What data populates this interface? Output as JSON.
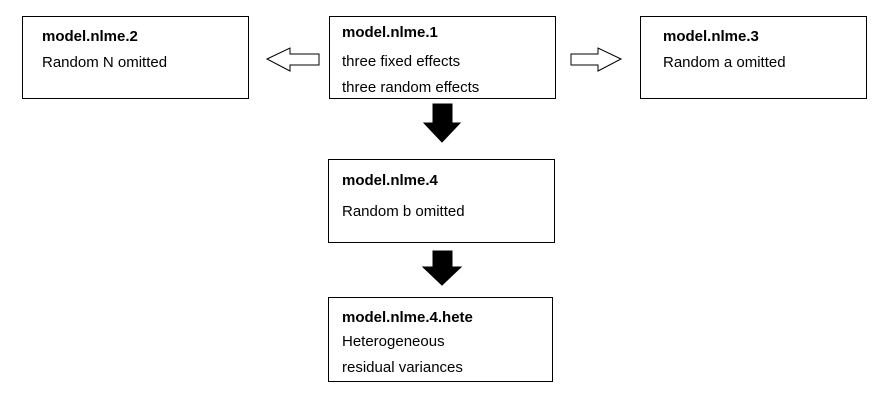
{
  "boxes": {
    "nlme1": {
      "title": "model.nlme.1",
      "lines": [
        "three fixed effects",
        "three random effects"
      ]
    },
    "nlme2": {
      "title": "model.nlme.2",
      "lines": [
        "Random N omitted"
      ]
    },
    "nlme3": {
      "title": "model.nlme.3",
      "lines": [
        "Random a omitted"
      ]
    },
    "nlme4": {
      "title": "model.nlme.4",
      "lines": [
        "Random b omitted"
      ]
    },
    "nlme4hete": {
      "title": "model.nlme.4.hete",
      "lines": [
        "Heterogeneous",
        "residual variances"
      ]
    }
  },
  "arrows": {
    "hollow_fill": "#ffffff",
    "solid_fill": "#000000",
    "stroke": "#000000"
  }
}
